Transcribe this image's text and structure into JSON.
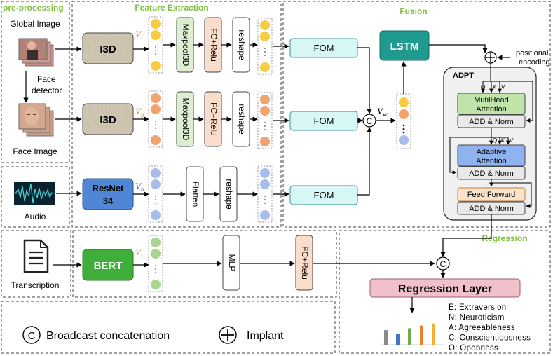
{
  "sections": {
    "preprocessing": "pre-processing",
    "feature_extraction": "Feature Extraction",
    "fusion": "Fusion",
    "regression": "Regression"
  },
  "inputs": {
    "global_image": "Global Image",
    "face_detector_line1": "Face",
    "face_detector_line2": "detector",
    "face_image": "Face Image",
    "audio": "Audio",
    "transcription": "Transcription"
  },
  "modules": {
    "i3d_global": "I3D",
    "i3d_face": "I3D",
    "resnet_line1": "ResNet",
    "resnet_line2": "34",
    "bert": "BERT",
    "maxpool": "Maxpool3D",
    "fc_relu": "FC+Relu",
    "reshape": "reshape",
    "flatten": "Flatten",
    "mlp": "MLP",
    "fom": "FOM",
    "lstm": "LSTM",
    "regression_layer": "Regression Layer"
  },
  "vectors": {
    "v_l": "V",
    "v_l_sub": "l",
    "v_g": "V",
    "v_g_sub": "g",
    "v_a": "V",
    "v_a_sub": "a",
    "v_t": "V",
    "v_t_sub": "t",
    "v_va": "V",
    "v_va_sub": "va"
  },
  "adpt": {
    "title": "ADPT",
    "positional_line1": "positional",
    "positional_line2": "encoding",
    "q": "Q",
    "k": "K",
    "v": "V",
    "mha_line1": "MutilHead",
    "mha_line2": "Attention",
    "add_norm": "ADD & Norm",
    "aa_line1": "Adaptive",
    "aa_line2": "Attention",
    "feed_forward": "Feed Forward"
  },
  "symbols": {
    "concat": "C",
    "implant": "+"
  },
  "legend": {
    "concat_label": "Broadcast concatenation",
    "implant_label": "Implant"
  },
  "traits": [
    "E: Extraversion",
    "N: Neuroticism",
    "A: Agreeableness",
    "C: Conscientiousness",
    "O: Openness"
  ],
  "chart_data": {
    "type": "bar",
    "categories": [
      "",
      "",
      "",
      "",
      ""
    ],
    "values": [
      0.55,
      0.4,
      0.62,
      0.72,
      0.8
    ],
    "colors": [
      "#8a8a8a",
      "#4472c4",
      "#70ad47",
      "#ed7d31",
      "#f2b134"
    ],
    "ylim": [
      0,
      1
    ]
  },
  "colors": {
    "section_label": "#7fc040",
    "i3d_fill": "#cfc6b2",
    "resnet_fill": "#4f86d6",
    "bert_fill": "#3fae3a",
    "lstm_fill": "#1f9a8f",
    "fom_fill": "#d7f6f6",
    "maxpool_fill": "#dcefd0",
    "fc_fill": "#f9dcc9",
    "regression_fill": "#f0c0cd",
    "mha_fill": "#bfe3a8",
    "aa_fill": "#8fb3ee",
    "ff_fill": "#fbe3cc",
    "yellow_dot": "#f6cc42",
    "orange_dot": "#f3a36c",
    "blue_dot": "#a7bdee",
    "green_dot": "#a8d68f"
  }
}
